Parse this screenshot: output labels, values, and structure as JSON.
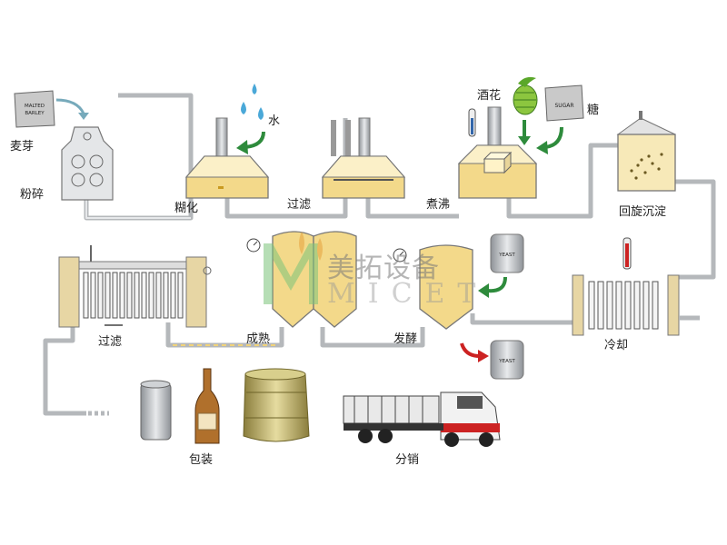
{
  "labels": {
    "malt": "麦芽",
    "milling": "粉碎",
    "water": "水",
    "mashing": "糊化",
    "lautering": "过滤",
    "hops": "酒花",
    "sugar": "糖",
    "boiling": "煮沸",
    "whirlpool": "回旋沉淀",
    "cooling": "冷却",
    "fermentation": "发酵",
    "maturation": "成熟",
    "filtration": "过滤",
    "packaging": "包装",
    "distribution": "分销"
  },
  "bag_malt": {
    "line1": "MALTED",
    "line2": "BARLEY"
  },
  "bag_sugar": "SUGAR",
  "yeast_in": "YEAST",
  "yeast_out": "YEAST",
  "watermark": {
    "cn": "美拓设备",
    "en": "MICET"
  },
  "colors": {
    "pipe": "#b9bcbf",
    "liquid": "#f3d98a",
    "beer": "#efc25a",
    "steel": "#a8acb0",
    "arrow_green": "#2e8b3c",
    "arrow_red": "#cc2222"
  }
}
